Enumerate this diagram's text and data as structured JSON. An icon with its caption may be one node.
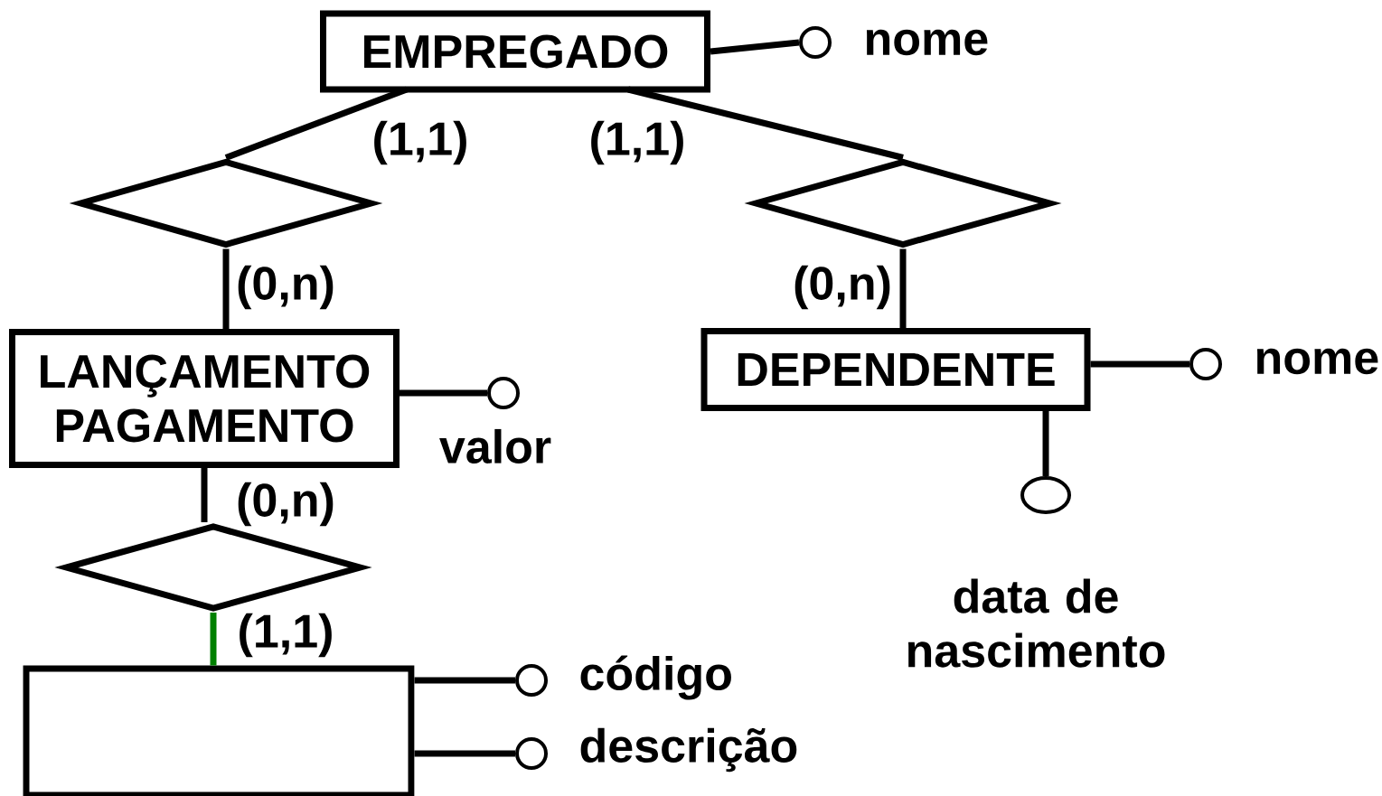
{
  "diagram": {
    "nodes": [
      {
        "text": [
          "EMPREGADO"
        ]
      },
      {
        "text": [],
        "shape": "diamond"
      },
      {
        "text": [],
        "shape": "diamond"
      },
      {
        "text": [
          "LANÇAMENTO PAGAMENTO"
        ]
      },
      {
        "text": [
          "DEPENDENTE"
        ]
      },
      {
        "text": [],
        "shape": "diamond"
      },
      {
        "text": [],
        "shape": "box"
      },
      {
        "text": [],
        "shape": "circle",
        "beside": [
          "nome"
        ]
      },
      {
        "text": [],
        "shape": "circle",
        "beside": [
          "valor"
        ]
      },
      {
        "text": [],
        "shape": "circle",
        "beside": [
          "nome"
        ]
      },
      {
        "text": [],
        "shape": "ellipse",
        "beside": [
          "data de nascimento"
        ]
      },
      {
        "text": [],
        "shape": "circle",
        "beside": [
          "código"
        ]
      },
      {
        "text": [],
        "shape": "circle",
        "beside": [
          "descrição"
        ]
      }
    ],
    "edges": [
      {
        "from": 0,
        "to": 1,
        "arrow": "none",
        "label": "(1,1)"
      },
      {
        "from": 1,
        "to": 3,
        "arrow": "none",
        "label": "(0,n)"
      },
      {
        "from": 0,
        "to": 2,
        "arrow": "none",
        "label": "(1,1)"
      },
      {
        "from": 2,
        "to": 4,
        "arrow": "none",
        "label": "(0,n)"
      },
      {
        "from": 3,
        "to": 5,
        "arrow": "none",
        "label": "(0,n)"
      },
      {
        "from": 5,
        "to": 6,
        "arrow": "none",
        "label": "(1,1)",
        "color": "#008000"
      },
      {
        "from": 0,
        "to": 7,
        "arrow": "none"
      },
      {
        "from": 3,
        "to": 8,
        "arrow": "none"
      },
      {
        "from": 4,
        "to": 9,
        "arrow": "none"
      },
      {
        "from": 4,
        "to": 10,
        "arrow": "none"
      },
      {
        "from": 6,
        "to": 11,
        "arrow": "none"
      },
      {
        "from": 6,
        "to": 12,
        "arrow": "none"
      }
    ]
  }
}
